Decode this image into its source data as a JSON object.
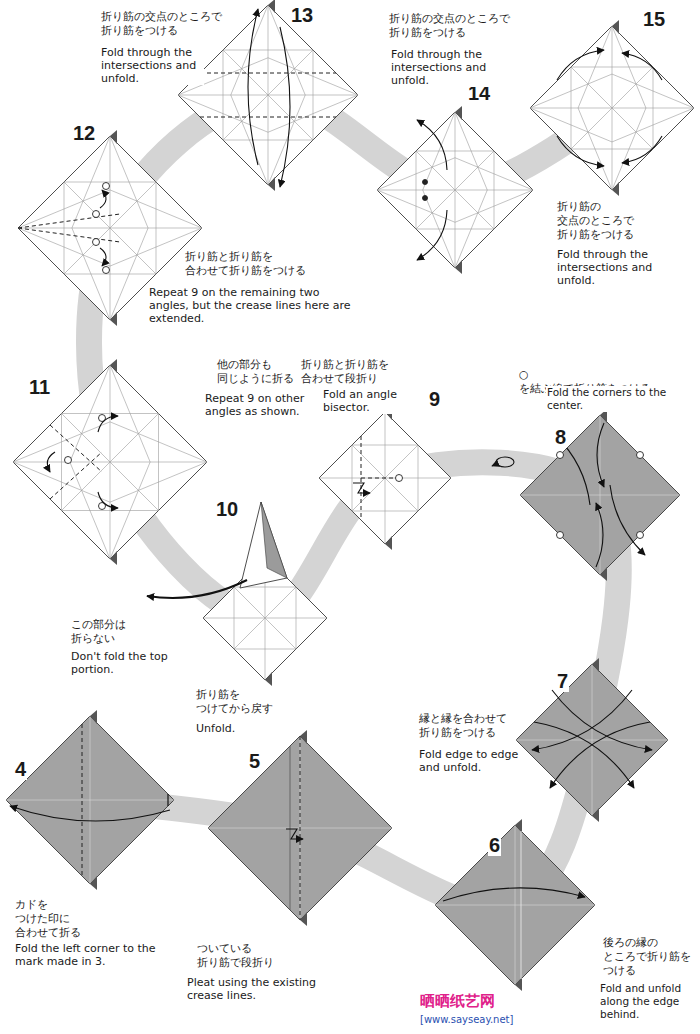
{
  "diagram": {
    "labels": [
      "13",
      "折り筋の交点のところで 折り筋をつける",
      "Fold through the intersections and unfold.",
      "14",
      "折り筋の交点のところで 折り筋をつける",
      "Fold through the intersections and unfold.",
      "15",
      "折り筋の 交点のところで 折り筋をつける",
      "Fold through the intersections and unfold.",
      "12",
      "折り筋と折り筋を 合わせて折り筋をつける",
      "Repeat 9 on the remaining two angles, but the crease lines here are extended.",
      "11",
      "他の部分も 同じように折る",
      "Repeat 9 on other angles as shown.",
      "10",
      "この部分は 折らない",
      "Don't fold the top portion.",
      "折り筋を つけてから戻す",
      "Unfold.",
      "9",
      "折り筋と折り筋を 合わせて段折り",
      "Fold an angle bisector.",
      "8",
      "○を結ぶ線で折り筋をつける",
      "Fold the corners to the center.",
      "7",
      "縁と縁を合わせて 折り筋をつける",
      "Fold edge to edge and unfold.",
      "6",
      "後ろの縁の ところで折り筋を つける",
      "Fold and unfold along the edge behind.",
      "5",
      "ついている 折り筋で段折り",
      "Pleat using the existing crease lines.",
      "4",
      "カドを つけた印に 合わせて折る",
      "Fold the left corner to the mark made in 3.",
      "晒晒纸艺网",
      "[www.sayseay.net]"
    ]
  }
}
